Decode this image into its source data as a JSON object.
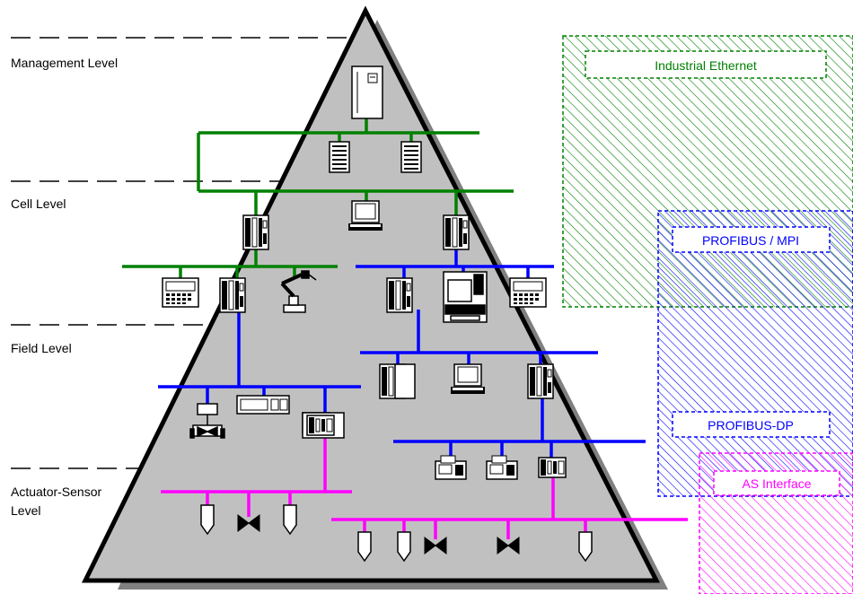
{
  "levels": {
    "management": "Management Level",
    "cell": "Cell Level",
    "field": "Field Level",
    "actuator_line1": "Actuator-Sensor",
    "actuator_line2": "Level"
  },
  "networks": {
    "industrial_ethernet": {
      "label": "Industrial Ethernet",
      "color": "#008000"
    },
    "profibus_mpi": {
      "label": "PROFIBUS / MPI",
      "color": "#0000ff"
    },
    "profibus_dp": {
      "label": "PROFIBUS-DP",
      "color": "#0000ff"
    },
    "as_interface": {
      "label": "AS Interface",
      "color": "#ff00ff"
    }
  },
  "colors": {
    "pyramid_fill": "#c0c0c0",
    "pyramid_shadow": "#808080",
    "ethernet_line": "#008000",
    "profibus_line": "#0000ff",
    "as_line": "#ff00ff"
  }
}
